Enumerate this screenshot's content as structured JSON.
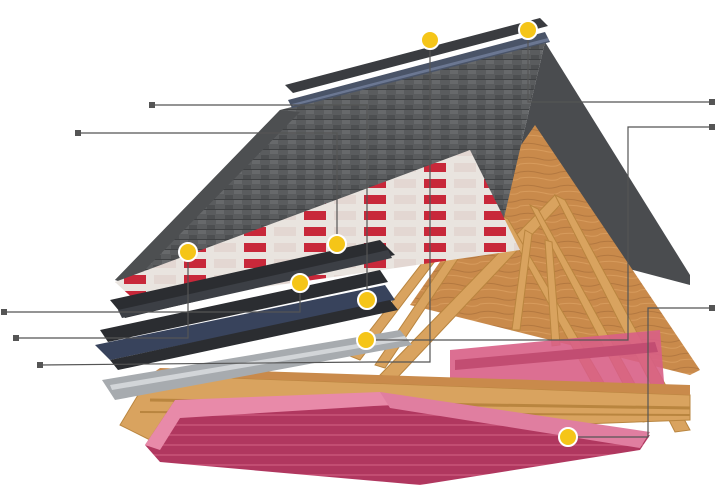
{
  "diagram": {
    "subject": "roof-system-exploded-view",
    "colors": {
      "marker_fill": "#f5c518",
      "marker_stroke": "#ffffff",
      "leader_line": "#555555",
      "shingle": "#5a5c5e",
      "underlayment_red": "#c8283a",
      "underlayment_white": "#e9e4df",
      "membrane_dark": "#2b2d31",
      "membrane_blue": "#38435c",
      "drip_edge": "#a7abaf",
      "decking": "#c98a4b",
      "lumber": "#d9a35f",
      "insulation_pink": "#d85f86",
      "insulation_dark": "#b0375f",
      "ridge_cap": "#3a3c40",
      "ridge_vent": "#4a5468"
    },
    "callouts": [
      {
        "id": "ridge-vent",
        "marker": "marker-ridge-vent"
      },
      {
        "id": "ridge-cap-shingles",
        "marker": "marker-ridge-cap"
      },
      {
        "id": "shingles",
        "marker": "marker-shingles"
      },
      {
        "id": "underlayment",
        "marker": "marker-underlayment"
      },
      {
        "id": "starter-strip",
        "marker": "marker-starter-strip"
      },
      {
        "id": "leak-barrier",
        "marker": "marker-leak-barrier"
      },
      {
        "id": "drip-edge",
        "marker": "marker-drip-edge"
      },
      {
        "id": "roof-deck",
        "marker": "marker-roof-deck"
      },
      {
        "id": "attic-insulation",
        "marker": "marker-attic-insulation"
      }
    ]
  }
}
